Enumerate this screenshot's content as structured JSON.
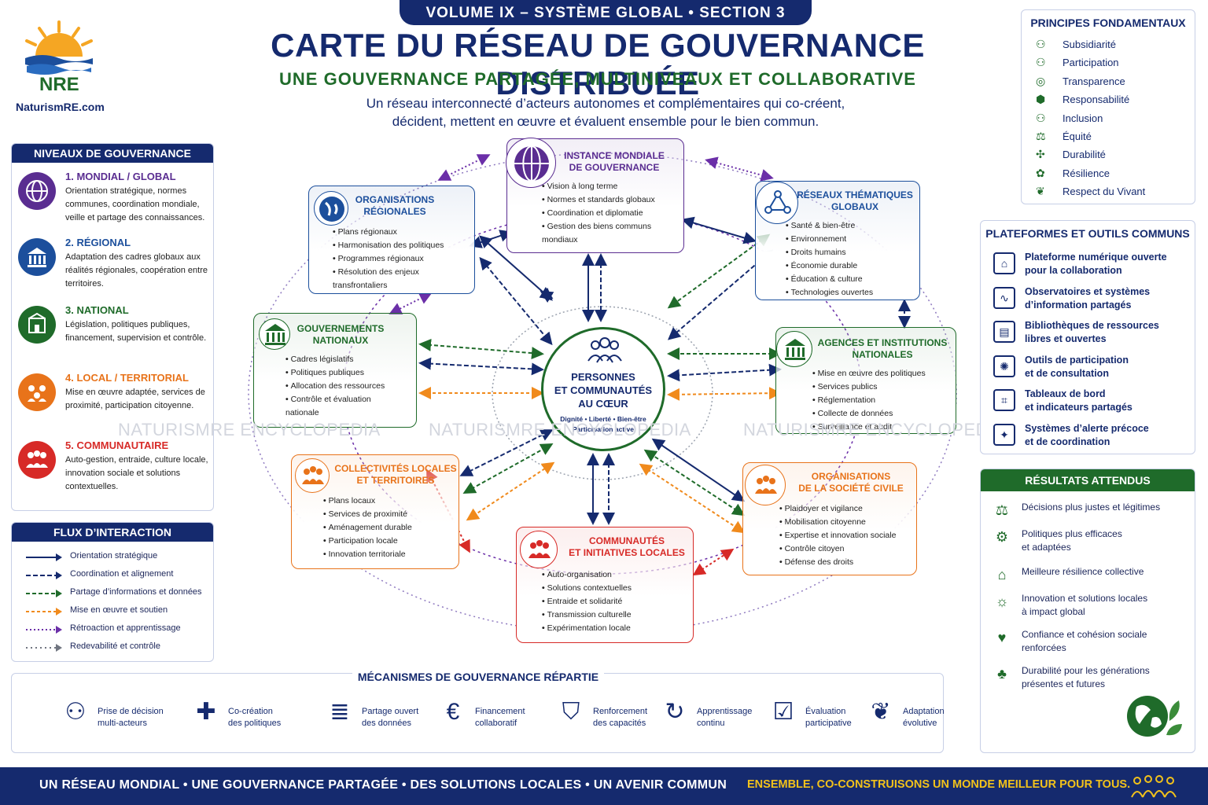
{
  "logo": {
    "acronym": "NRE",
    "site": "NaturismRE.com"
  },
  "header": {
    "band": "VOLUME IX – SYSTÈME GLOBAL • SECTION 3",
    "title": "CARTE DU RÉSEAU DE GOUVERNANCE DISTRIBUÉE",
    "subtitle": "UNE GOUVERNANCE PARTAGÉE, MULTINIVEAUX ET COLLABORATIVE",
    "desc_line1": "Un réseau interconnecté d’acteurs autonomes et complémentaires qui co-créent,",
    "desc_line2": "décident, mettent en œuvre et évaluent ensemble pour le bien commun."
  },
  "levels": {
    "heading": "NIVEAUX DE GOUVERNANCE",
    "items": [
      {
        "title": "1. MONDIAL / GLOBAL",
        "text": "Orientation stratégique, normes communes, coordination mondiale, veille et partage des connaissances.",
        "color": "#5a2d91",
        "icon": "globe-icon"
      },
      {
        "title": "2. RÉGIONAL",
        "text": "Adaptation des cadres globaux aux réalités régionales, coopération entre territoires.",
        "color": "#1c4f9c",
        "icon": "institution-icon"
      },
      {
        "title": "3. NATIONAL",
        "text": "Législation, politiques publiques, financement, supervision et contrôle.",
        "color": "#1f6b2a",
        "icon": "national-icon"
      },
      {
        "title": "4. LOCAL / TERRITORIAL",
        "text": "Mise en œuvre adaptée, services de proximité, participation citoyenne.",
        "color": "#e8731a",
        "icon": "local-icon"
      },
      {
        "title": "5. COMMUNAUTAIRE",
        "text": "Auto-gestion, entraide, culture locale, innovation sociale et solutions contextuelles.",
        "color": "#d72a27",
        "icon": "community-icon"
      }
    ]
  },
  "flows": {
    "heading": "FLUX D’INTERACTION",
    "items": [
      {
        "label": "Orientation stratégique",
        "color": "#152a6e",
        "dash": "none"
      },
      {
        "label": "Coordination et alignement",
        "color": "#152a6e",
        "dash": "6,3"
      },
      {
        "label": "Partage d’informations et données",
        "color": "#1f6b2a",
        "dash": "5,3"
      },
      {
        "label": "Mise en œuvre et soutien",
        "color": "#f08a1c",
        "dash": "4,3"
      },
      {
        "label": "Rétroaction et apprentissage",
        "color": "#6b2fa8",
        "dash": "2,3"
      },
      {
        "label": "Redevabilité et contrôle",
        "color": "#707580",
        "dash": "2,4"
      }
    ]
  },
  "network": {
    "center": {
      "title_l1": "PERSONNES",
      "title_l2": "ET COMMUNAUTÉS",
      "title_l3": "AU CŒUR",
      "sub_l1": "Dignité • Liberté • Bien-être",
      "sub_l2": "Participation active"
    },
    "nodes": [
      {
        "title_l1": "INSTANCE MONDIALE",
        "title_l2": "DE GOUVERNANCE",
        "items": [
          "Vision à long terme",
          "Normes et standards globaux",
          "Coordination et diplomatie",
          "Gestion des biens communs",
          "mondiaux"
        ],
        "color": "#5a2d91"
      },
      {
        "title_l1": "ORGANISATIONS",
        "title_l2": "RÉGIONALES",
        "items": [
          "Plans régionaux",
          "Harmonisation des politiques",
          "Programmes régionaux",
          "Résolution des enjeux",
          "transfrontaliers"
        ],
        "color": "#1c4f9c"
      },
      {
        "title_l1": "RÉSEAUX THÉMATIQUES",
        "title_l2": "GLOBAUX",
        "items": [
          "Santé & bien-être",
          "Environnement",
          "Droits humains",
          "Économie durable",
          "Éducation & culture",
          "Technologies ouvertes"
        ],
        "color": "#1c4f9c"
      },
      {
        "title_l1": "GOUVERNEMENTS",
        "title_l2": "NATIONAUX",
        "items": [
          "Cadres législatifs",
          "Politiques publiques",
          "Allocation des ressources",
          "Contrôle et évaluation",
          "nationale"
        ],
        "color": "#1f6b2a"
      },
      {
        "title_l1": "AGENCES ET INSTITUTIONS",
        "title_l2": "NATIONALES",
        "items": [
          "Mise en œuvre des politiques",
          "Services publics",
          "Réglementation",
          "Collecte de données",
          "Surveillance et audit"
        ],
        "color": "#1f6b2a"
      },
      {
        "title_l1": "COLLECTIVITÉS LOCALES",
        "title_l2": "ET TERRITOIRES",
        "items": [
          "Plans locaux",
          "Services de proximité",
          "Aménagement durable",
          "Participation locale",
          "Innovation territoriale"
        ],
        "color": "#e8731a"
      },
      {
        "title_l1": "ORGANISATIONS",
        "title_l2": "DE LA SOCIÉTÉ CIVILE",
        "items": [
          "Plaidoyer et vigilance",
          "Mobilisation citoyenne",
          "Expertise et innovation sociale",
          "Contrôle citoyen",
          "Défense des droits"
        ],
        "color": "#e8731a"
      },
      {
        "title_l1": "COMMUNAUTÉS",
        "title_l2": "ET INITIATIVES LOCALES",
        "items": [
          "Auto-organisation",
          "Solutions contextuelles",
          "Entraide et solidarité",
          "Transmission culturelle",
          "Expérimentation locale"
        ],
        "color": "#d72a27"
      }
    ]
  },
  "watermark": "NATURISMRE ENCYCLOPEDIA",
  "principles": {
    "heading": "PRINCIPES FONDAMENTAUX",
    "items": [
      "Subsidiarité",
      "Participation",
      "Transparence",
      "Responsabilité",
      "Inclusion",
      "Équité",
      "Durabilité",
      "Résilience",
      "Respect du Vivant"
    ]
  },
  "platforms": {
    "heading": "PLATEFORMES ET OUTILS COMMUNS",
    "items": [
      {
        "l1": "Plateforme numérique ouverte",
        "l2": "pour la collaboration"
      },
      {
        "l1": "Observatoires et systèmes",
        "l2": "d’information partagés"
      },
      {
        "l1": "Bibliothèques de ressources",
        "l2": "libres et ouvertes"
      },
      {
        "l1": "Outils de participation",
        "l2": "et de consultation"
      },
      {
        "l1": "Tableaux de bord",
        "l2": "et indicateurs partagés"
      },
      {
        "l1": "Systèmes d’alerte précoce",
        "l2": "et de coordination"
      }
    ]
  },
  "results": {
    "heading": "RÉSULTATS ATTENDUS",
    "items": [
      {
        "l1": "Décisions plus justes et légitimes",
        "l2": ""
      },
      {
        "l1": "Politiques plus efficaces",
        "l2": "et adaptées"
      },
      {
        "l1": "Meilleure résilience collective",
        "l2": ""
      },
      {
        "l1": "Innovation et solutions locales",
        "l2": "à impact global"
      },
      {
        "l1": "Confiance et cohésion sociale",
        "l2": "renforcées"
      },
      {
        "l1": "Durabilité pour les générations",
        "l2": "présentes et futures"
      }
    ]
  },
  "mechanisms": {
    "heading": "MÉCANISMES DE GOUVERNANCE RÉPARTIE",
    "items": [
      {
        "l1": "Prise de décision",
        "l2": "multi-acteurs"
      },
      {
        "l1": "Co-création",
        "l2": "des politiques"
      },
      {
        "l1": "Partage ouvert",
        "l2": "des données"
      },
      {
        "l1": "Financement",
        "l2": "collaboratif"
      },
      {
        "l1": "Renforcement",
        "l2": "des capacités"
      },
      {
        "l1": "Apprentissage",
        "l2": "continu"
      },
      {
        "l1": "Évaluation",
        "l2": "participative"
      },
      {
        "l1": "Adaptation",
        "l2": "évolutive"
      }
    ]
  },
  "footer": {
    "left": "UN RÉSEAU MONDIAL  •  UNE GOUVERNANCE PARTAGÉE  •  DES SOLUTIONS LOCALES  •  UN AVENIR COMMUN",
    "right": "ENSEMBLE, CO-CONSTRUISONS UN MONDE MEILLEUR POUR TOUS."
  },
  "colors": {
    "navy": "#152a6e",
    "green": "#1f6b2a",
    "orange": "#e8731a",
    "red": "#d72a27",
    "purple": "#5a2d91",
    "blue": "#1c4f9c"
  }
}
